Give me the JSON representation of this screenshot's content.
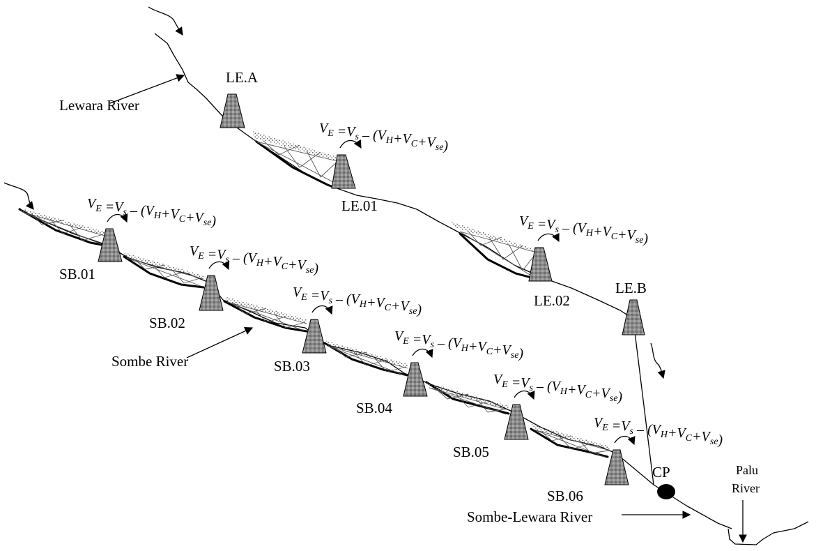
{
  "rivers": {
    "lewara": "Lewara River",
    "sombe": "Sombe River",
    "sombe_lewara": "Sombe-Lewara River",
    "palu_line1": "Palu",
    "palu_line2": "River"
  },
  "dams": {
    "le_a": "LE.A",
    "le_01": "LE.01",
    "le_02": "LE.02",
    "le_b": "LE.B",
    "sb_01": "SB.01",
    "sb_02": "SB.02",
    "sb_03": "SB.03",
    "sb_04": "SB.04",
    "sb_05": "SB.05",
    "sb_06": "SB.06"
  },
  "control_point": "CP",
  "equation": {
    "lhs": "V",
    "lhs_sub": "E",
    "eq_vs": " =V",
    "vs_sub": "s",
    "minus_open": " – (V",
    "h_sub": "H",
    "plus_vc": "+V",
    "c_sub": "C",
    "plus_vse": "+V",
    "se_sub": "se",
    "close": ")"
  },
  "colors": {
    "dam_fill": "#8c8c8c",
    "stroke": "#000000"
  }
}
